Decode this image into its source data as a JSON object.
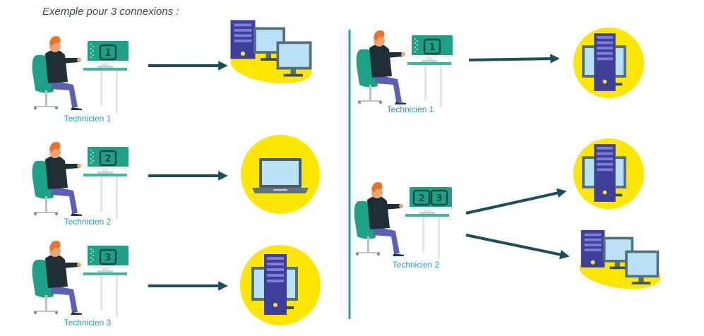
{
  "caption": "Exemple pour 3 connexions :",
  "left": {
    "technicians": [
      {
        "label": "Technicien 1",
        "screens": [
          "1"
        ],
        "target": "desktop-dual-monitor-icon"
      },
      {
        "label": "Technicien 2",
        "screens": [
          "2"
        ],
        "target": "laptop-icon"
      },
      {
        "label": "Technicien 3",
        "screens": [
          "3"
        ],
        "target": "desktop-tower-icon"
      }
    ]
  },
  "right": {
    "technicians": [
      {
        "label": "Technicien 1",
        "screens": [
          "1"
        ],
        "targets": [
          "desktop-tower-icon"
        ]
      },
      {
        "label": "Technicien 2",
        "screens": [
          "2",
          "3"
        ],
        "targets": [
          "desktop-tower-icon",
          "desktop-dual-monitor-icon"
        ]
      }
    ]
  },
  "colors": {
    "arrow": "#1b4f5c",
    "divider": "#1f9bb3",
    "label": "#1f9bb3",
    "circle": "#fde600",
    "monitor_green": "#1fa187",
    "screen_light": "#b9e2f7",
    "tower": "#3e3f9a"
  }
}
